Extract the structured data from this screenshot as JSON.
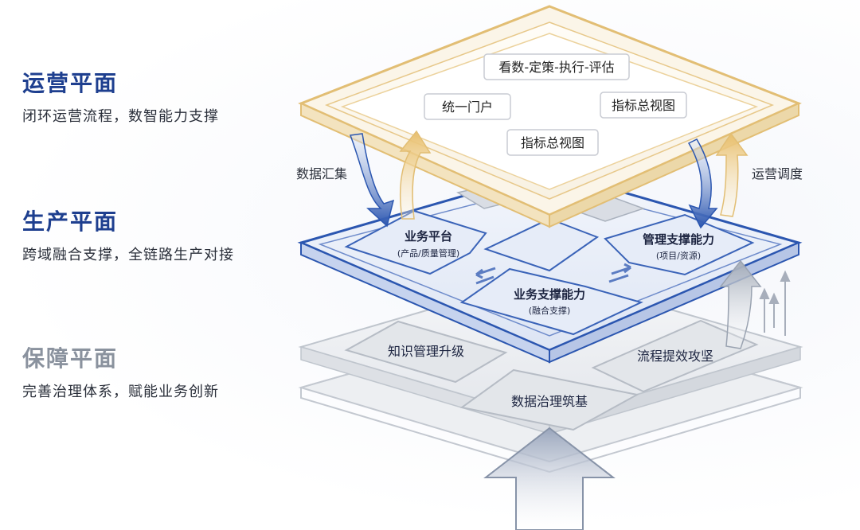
{
  "planes": {
    "operation": {
      "title": "运营平面",
      "subtitle": "闭环运营流程，数智能力支撑"
    },
    "production": {
      "title": "生产平面",
      "subtitle": "跨域融合支撑，全链路生产对接"
    },
    "guarantee": {
      "title": "保障平面",
      "subtitle": "完善治理体系，赋能业务创新"
    }
  },
  "top_layer": {
    "loop": "看数-定策-执行-评估",
    "portal": "统一门户",
    "indicator_right": "指标总视图",
    "indicator_center": "指标总视图"
  },
  "arrows": {
    "left": "数据汇集",
    "right": "运营调度"
  },
  "middle_layer": {
    "business_platform": {
      "title": "业务平台",
      "sub": "(产品/质量管理)"
    },
    "management": {
      "title": "管理支撑能力",
      "sub": "(项目/资源)"
    },
    "business_support": {
      "title": "业务支撑能力",
      "sub": "(融合支撑)"
    }
  },
  "bottom_layer": {
    "knowledge": "知识管理升级",
    "process": "流程提效攻坚",
    "data_gov": "数据治理筑基"
  },
  "colors": {
    "gold": "#e6c27a",
    "blue": "#2b56b0",
    "gray": "#c7ccd4",
    "title_blue": "#1e3f8f",
    "title_gray": "#8a929e"
  }
}
